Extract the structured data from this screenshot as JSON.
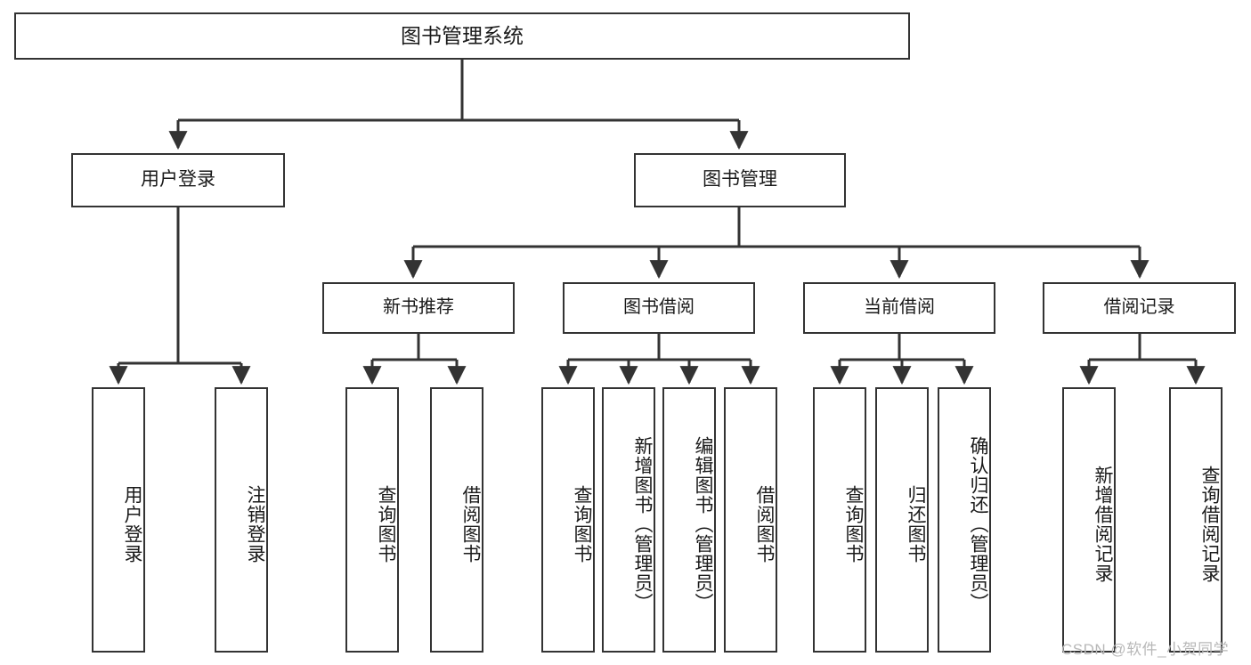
{
  "diagram": {
    "title": "图书管理系统",
    "watermark": "CSDN @软件_小贺同学",
    "colors": {
      "border": "#333333",
      "background": "#ffffff",
      "text": "#1a1a1a",
      "connector": "#333333",
      "watermark": "#b8b8b8"
    },
    "nodes": {
      "root": {
        "label": "图书管理系统"
      },
      "level2": [
        {
          "id": "user-login",
          "label": "用户登录"
        },
        {
          "id": "book-manage",
          "label": "图书管理"
        }
      ],
      "level3": [
        {
          "id": "new-book-recommend",
          "label": "新书推荐"
        },
        {
          "id": "book-borrow",
          "label": "图书借阅"
        },
        {
          "id": "current-borrow",
          "label": "当前借阅"
        },
        {
          "id": "borrow-record",
          "label": "借阅记录"
        }
      ],
      "leaves": {
        "user-login": [
          {
            "id": "leaf-user-login",
            "label": "用户登录"
          },
          {
            "id": "leaf-logout",
            "label": "注销登录"
          }
        ],
        "new-book-recommend": [
          {
            "id": "leaf-query-book-1",
            "label": "查询图书"
          },
          {
            "id": "leaf-borrow-book-1",
            "label": "借阅图书"
          }
        ],
        "book-borrow": [
          {
            "id": "leaf-query-book-2",
            "label": "查询图书"
          },
          {
            "id": "leaf-add-book",
            "label": "新增图书（管理员）"
          },
          {
            "id": "leaf-edit-book",
            "label": "编辑图书（管理员）"
          },
          {
            "id": "leaf-borrow-book-2",
            "label": "借阅图书"
          }
        ],
        "current-borrow": [
          {
            "id": "leaf-query-book-3",
            "label": "查询图书"
          },
          {
            "id": "leaf-return-book",
            "label": "归还图书"
          },
          {
            "id": "leaf-confirm-return",
            "label": "确认归还（管理员）"
          }
        ],
        "borrow-record": [
          {
            "id": "leaf-add-record",
            "label": "新增借阅记录"
          },
          {
            "id": "leaf-query-record",
            "label": "查询借阅记录"
          }
        ]
      }
    }
  }
}
